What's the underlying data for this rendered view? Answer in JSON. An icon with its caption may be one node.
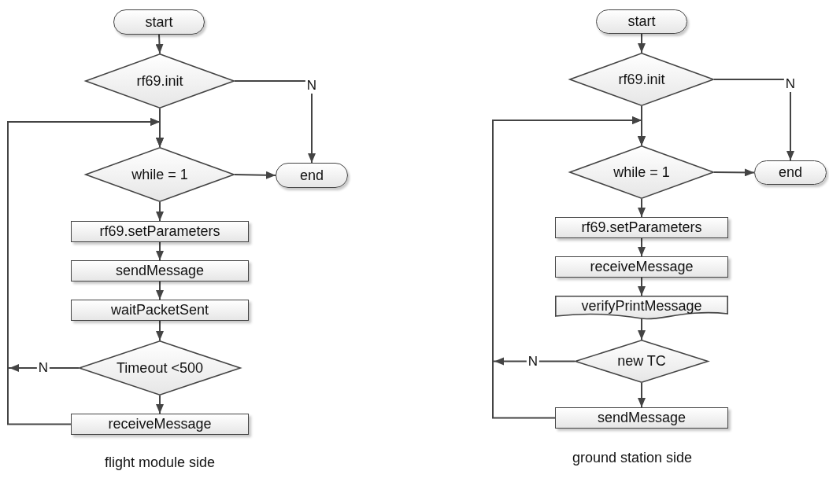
{
  "diagram": {
    "nodes": [
      {
        "text": [
          "start"
        ]
      },
      {
        "text": [
          "rf69.init"
        ]
      },
      {
        "text": [
          "while = 1"
        ]
      },
      {
        "text": [
          "end"
        ]
      },
      {
        "text": [
          "rf69.setParameters"
        ]
      },
      {
        "text": [
          "sendMessage"
        ]
      },
      {
        "text": [
          "waitPacketSent"
        ]
      },
      {
        "text": [
          "Timeout <500"
        ]
      },
      {
        "text": [
          "receiveMessage"
        ]
      },
      {
        "text": [
          "start"
        ]
      },
      {
        "text": [
          "rf69.init"
        ]
      },
      {
        "text": [
          "while = 1"
        ]
      },
      {
        "text": [
          "end"
        ]
      },
      {
        "text": [
          "rf69.setParameters"
        ]
      },
      {
        "text": [
          "receiveMessage"
        ]
      },
      {
        "text": [
          "verifyPrintMessage"
        ]
      },
      {
        "text": [
          "new TC"
        ]
      },
      {
        "text": [
          "sendMessage"
        ]
      }
    ],
    "edges": [
      {
        "from": 0,
        "to": 1,
        "arrow": "to"
      },
      {
        "from": 1,
        "to": 3,
        "arrow": "to",
        "label": "N"
      },
      {
        "from": 1,
        "to": 2,
        "arrow": "to"
      },
      {
        "from": 2,
        "to": 3,
        "arrow": "to"
      },
      {
        "from": 2,
        "to": 4,
        "arrow": "to"
      },
      {
        "from": 4,
        "to": 5,
        "arrow": "to"
      },
      {
        "from": 5,
        "to": 6,
        "arrow": "to"
      },
      {
        "from": 6,
        "to": 7,
        "arrow": "to"
      },
      {
        "from": 7,
        "to": 8,
        "arrow": "to"
      },
      {
        "from": 7,
        "to": 2,
        "arrow": "to",
        "label": "N"
      },
      {
        "from": 8,
        "to": 2,
        "arrow": "to"
      },
      {
        "from": 9,
        "to": 10,
        "arrow": "to"
      },
      {
        "from": 10,
        "to": 12,
        "arrow": "to",
        "label": "N"
      },
      {
        "from": 10,
        "to": 11,
        "arrow": "to"
      },
      {
        "from": 11,
        "to": 12,
        "arrow": "to"
      },
      {
        "from": 11,
        "to": 13,
        "arrow": "to"
      },
      {
        "from": 13,
        "to": 14,
        "arrow": "to"
      },
      {
        "from": 14,
        "to": 15,
        "arrow": "to"
      },
      {
        "from": 15,
        "to": 16,
        "arrow": "to"
      },
      {
        "from": 16,
        "to": 17,
        "arrow": "to"
      },
      {
        "from": 16,
        "to": 11,
        "arrow": "to",
        "label": "N"
      },
      {
        "from": 17,
        "to": 11,
        "arrow": "to"
      }
    ],
    "labels": [
      "flight module side",
      "ground station side"
    ]
  }
}
